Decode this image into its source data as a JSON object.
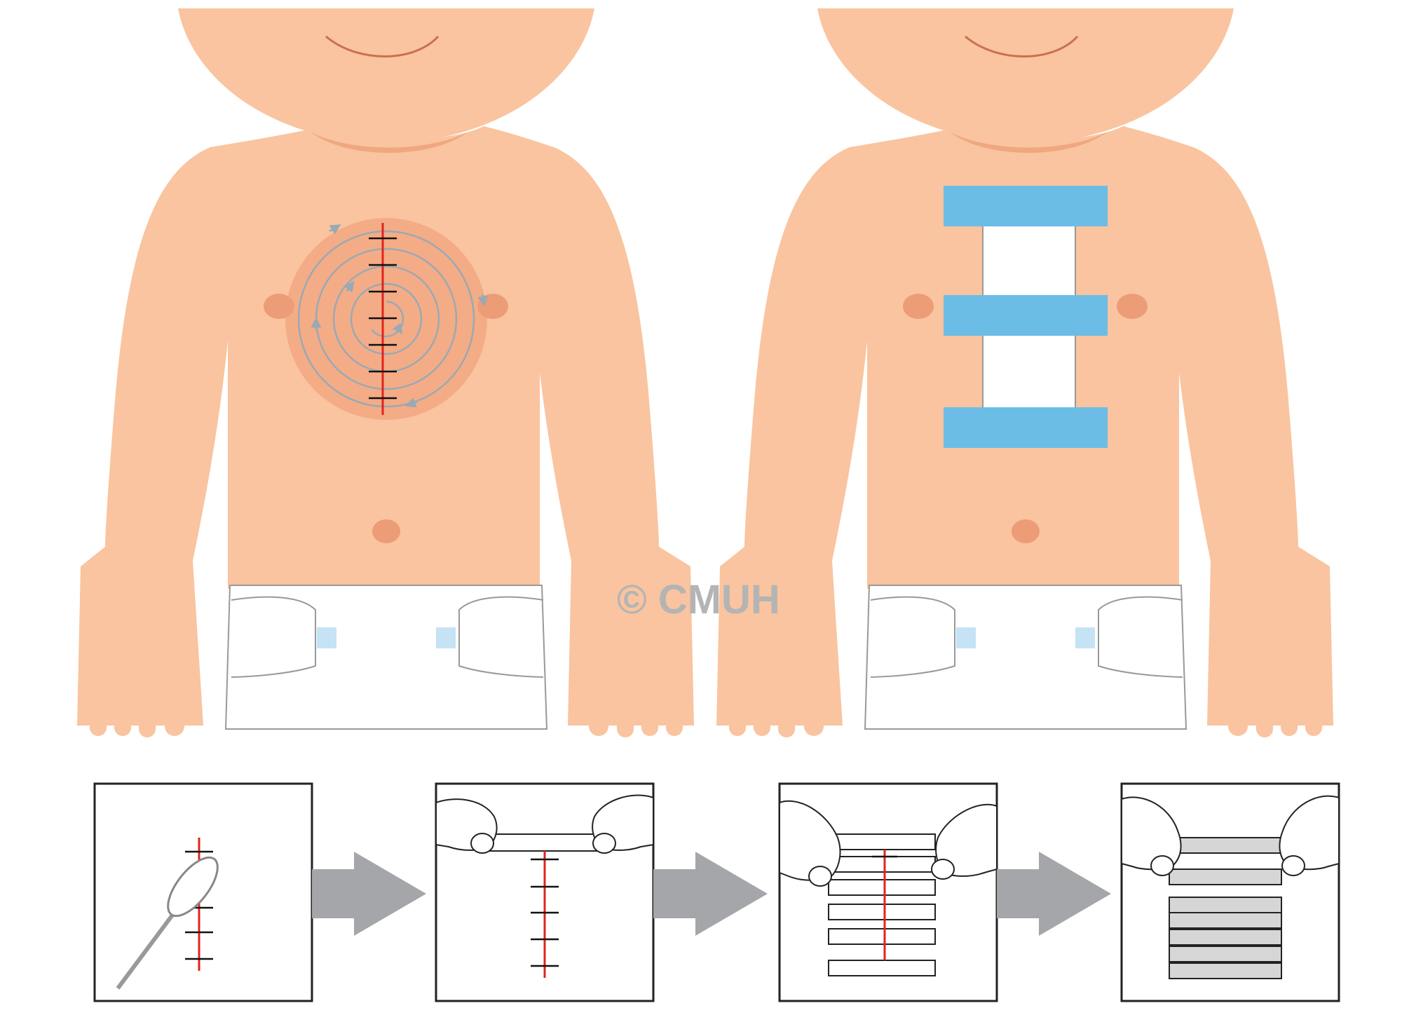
{
  "watermark": {
    "text": "© CMUH"
  },
  "colors": {
    "skin": "#f9c49f",
    "skin_shadow": "#f0a77f",
    "nipple": "#ec9c76",
    "smile": "#c8714e",
    "massage_zone": "#f4ac86",
    "spiral": "#9aa9b4",
    "incision": "#e2231a",
    "tape_blue": "#6bbde6",
    "diaper_line": "#999999",
    "diaper_tab": "#c5e3f4",
    "arrow": "#a5a6a9",
    "strip_gray": "#d6d6d6"
  },
  "panels": {
    "left_figure": {
      "icon": "massage-around-incision"
    },
    "right_figure": {
      "icon": "tape-applied-over-incision"
    }
  },
  "steps": [
    {
      "icon": "cotton-swab-cleaning"
    },
    {
      "icon": "hands-applying-first-strip"
    },
    {
      "icon": "hands-layering-strips"
    },
    {
      "icon": "hands-completing-strips"
    }
  ]
}
